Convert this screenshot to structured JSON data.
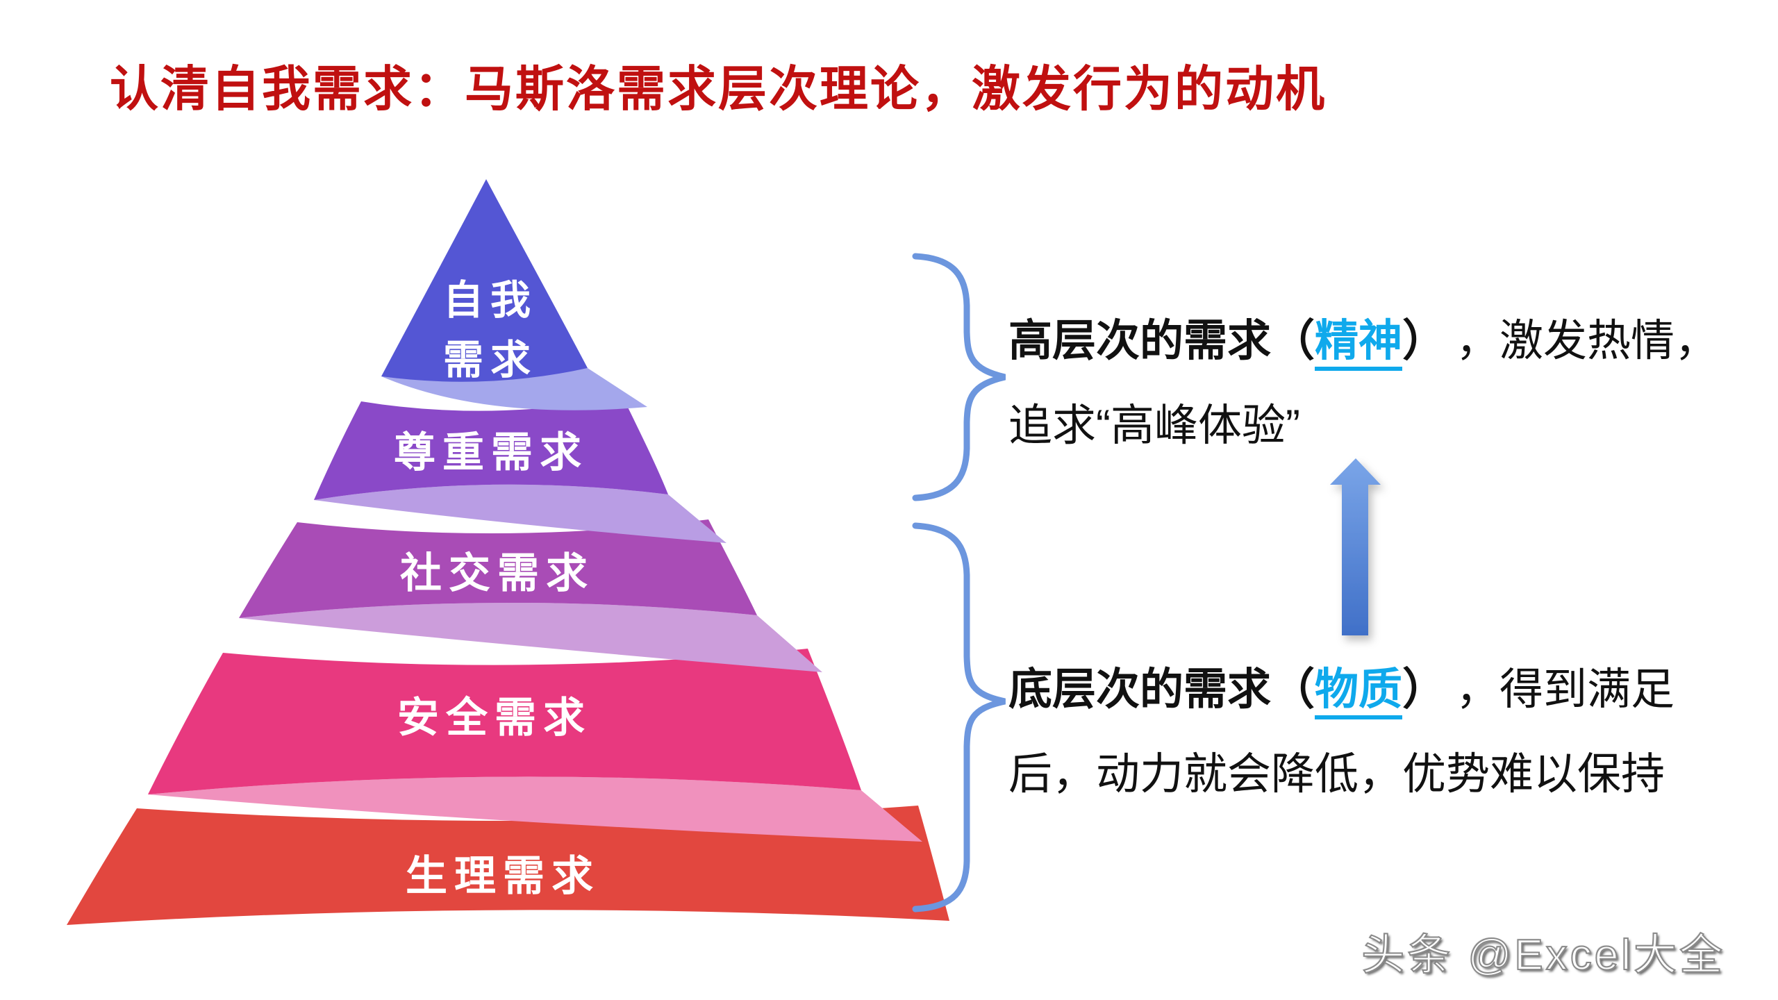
{
  "title": {
    "text": "认清自我需求：马斯洛需求层次理论，激发行为的动机",
    "color": "#C01010"
  },
  "pyramid": {
    "levels": [
      {
        "name": "self-actualization",
        "line1": "自我",
        "line2": "需求",
        "color": "#5456D4",
        "shadow_color": "#A4A7EC"
      },
      {
        "name": "esteem",
        "label": "尊重需求",
        "color": "#8A49C8",
        "shadow_color": "#B99DE4"
      },
      {
        "name": "social",
        "label": "社交需求",
        "color": "#A94CB6",
        "shadow_color": "#CC9DDB"
      },
      {
        "name": "safety",
        "label": "安全需求",
        "color": "#E8397F",
        "shadow_color": "#F091BD"
      },
      {
        "name": "physiological",
        "label": "生理需求",
        "color": "#E2473F",
        "shadow_color": ""
      }
    ]
  },
  "annotations": {
    "high": {
      "bold_open": "高层次的需求（",
      "link": "精神",
      "bold_close": "）",
      "rest": "，激发热情，",
      "line2": "追求“高峰体验”"
    },
    "low": {
      "bold_open": "底层次的需求（",
      "link": "物质",
      "bold_close": "）",
      "rest": "，得到满足",
      "line2": "后，动力就会降低，优势难以保持"
    }
  },
  "colors": {
    "title_red": "#C01010",
    "link_blue": "#0FA9EC",
    "brace_blue": "#6C96DE",
    "arrow_blue_top": "#7AA5E8",
    "arrow_blue_bottom": "#4070C8"
  },
  "watermark": {
    "text": "头条 @Excel大全"
  }
}
